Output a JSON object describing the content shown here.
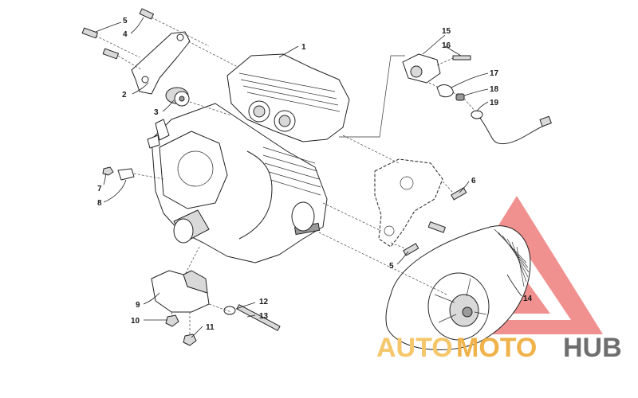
{
  "callouts": [
    {
      "id": "1",
      "label": "1"
    },
    {
      "id": "2",
      "label": "2"
    },
    {
      "id": "3",
      "label": "3"
    },
    {
      "id": "4",
      "label": "4"
    },
    {
      "id": "5a",
      "label": "5"
    },
    {
      "id": "5b",
      "label": "5"
    },
    {
      "id": "6",
      "label": "6"
    },
    {
      "id": "7",
      "label": "7"
    },
    {
      "id": "8",
      "label": "8"
    },
    {
      "id": "9",
      "label": "9"
    },
    {
      "id": "10",
      "label": "10"
    },
    {
      "id": "11",
      "label": "11"
    },
    {
      "id": "12",
      "label": "12"
    },
    {
      "id": "13",
      "label": "13"
    },
    {
      "id": "14",
      "label": "14"
    },
    {
      "id": "15",
      "label": "15"
    },
    {
      "id": "16",
      "label": "16"
    },
    {
      "id": "17",
      "label": "17"
    },
    {
      "id": "18",
      "label": "18"
    },
    {
      "id": "19",
      "label": "19"
    }
  ],
  "watermark": {
    "part1": "AUTO",
    "part2": "MOTO",
    "part3": "HUB",
    "triangle_color": "#e53935",
    "text_color_1": "#f5c76a",
    "text_color_2": "#f0b24a",
    "text_color_3": "#6e6e6e"
  }
}
